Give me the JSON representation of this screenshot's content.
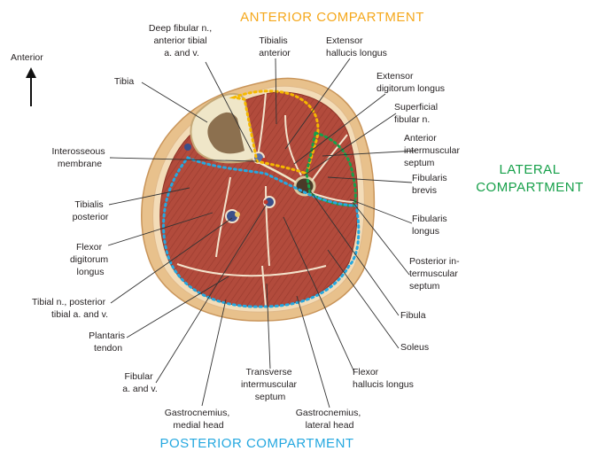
{
  "orientation": {
    "label": "Anterior"
  },
  "compartments": {
    "anterior": {
      "title": "ANTERIOR COMPARTMENT",
      "color": "#f5a81c"
    },
    "lateral": {
      "title_lines": [
        "LATERAL",
        "COMPARTMENT"
      ],
      "color": "#17a04a"
    },
    "posterior": {
      "title": "POSTERIOR COMPARTMENT",
      "color": "#25a8e0"
    }
  },
  "labels": {
    "deep_fibular": [
      "Deep fibular n.,",
      "anterior tibial",
      "a. and v."
    ],
    "tibialis_anterior": [
      "Tibialis",
      "anterior"
    ],
    "ext_hallucis": [
      "Extensor",
      "hallucis longus"
    ],
    "ext_digitorum": [
      "Extensor",
      "digitorum longus"
    ],
    "superficial_fibular": [
      "Superficial",
      "fibular n."
    ],
    "anterior_septum": [
      "Anterior",
      "intermuscular",
      "septum"
    ],
    "fibularis_brevis": [
      "Fibularis",
      "brevis"
    ],
    "fibularis_longus": [
      "Fibularis",
      "longus"
    ],
    "posterior_septum": [
      "Posterior in-",
      "termuscular",
      "septum"
    ],
    "fibula": [
      "Fibula"
    ],
    "soleus": [
      "Soleus"
    ],
    "flexor_hallucis": [
      "Flexor",
      "hallucis longus"
    ],
    "gastroc_lateral": [
      "Gastrocnemius,",
      "lateral head"
    ],
    "transverse_septum": [
      "Transverse",
      "intermuscular",
      "septum"
    ],
    "gastroc_medial": [
      "Gastrocnemius,",
      "medial head"
    ],
    "fibular_av": [
      "Fibular",
      "a. and v."
    ],
    "plantaris": [
      "Plantaris",
      "tendon"
    ],
    "tibial_n": [
      "Tibial n., posterior",
      "tibial a. and v."
    ],
    "flexor_digitorum": [
      "Flexor",
      "digitorum",
      "longus"
    ],
    "tibialis_posterior": [
      "Tibialis",
      "posterior"
    ],
    "interosseous": [
      "Interosseous",
      "membrane"
    ],
    "tibia": [
      "Tibia"
    ]
  },
  "colors": {
    "skin": "#e8c18c",
    "fascia": "#f3dcb8",
    "muscle": "#b04a3b",
    "muscle_dark": "#8e3427",
    "bone": "#efe6c8",
    "marrow": "#7a5a3a",
    "leader": "#333333"
  }
}
